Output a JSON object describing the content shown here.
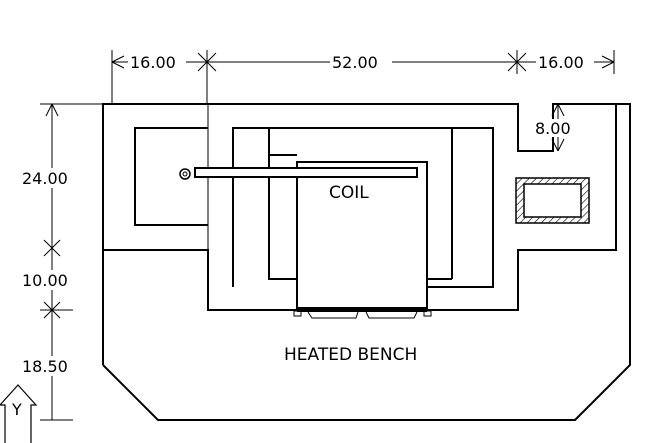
{
  "dimensions": {
    "top_left": "16.00",
    "top_middle": "52.00",
    "top_right": "16.00",
    "slot_depth": "8.00",
    "left_upper": "24.00",
    "left_middle": "10.00",
    "left_lower": "18.50"
  },
  "labels": {
    "coil": "COIL",
    "bench": "HEATED BENCH"
  },
  "axis": {
    "y": "Y"
  }
}
